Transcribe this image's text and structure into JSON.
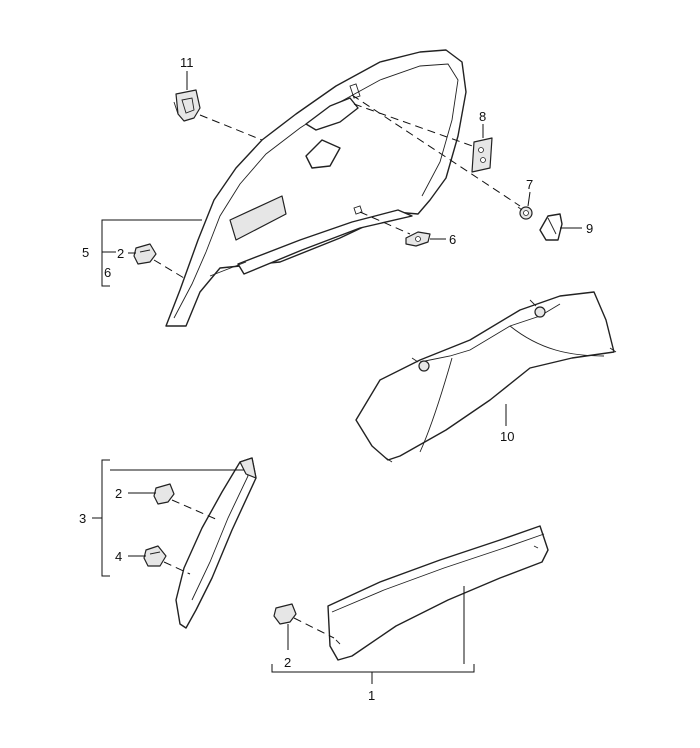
{
  "callouts": {
    "c1": "1",
    "c2_bottom": "2",
    "c2_left": "2",
    "c2_top": "2",
    "c3": "3",
    "c4": "4",
    "c5": "5",
    "c6_left": "6",
    "c6_right": "6",
    "c7": "7",
    "c8": "8",
    "c9": "9",
    "c10": "10",
    "c11": "11"
  }
}
